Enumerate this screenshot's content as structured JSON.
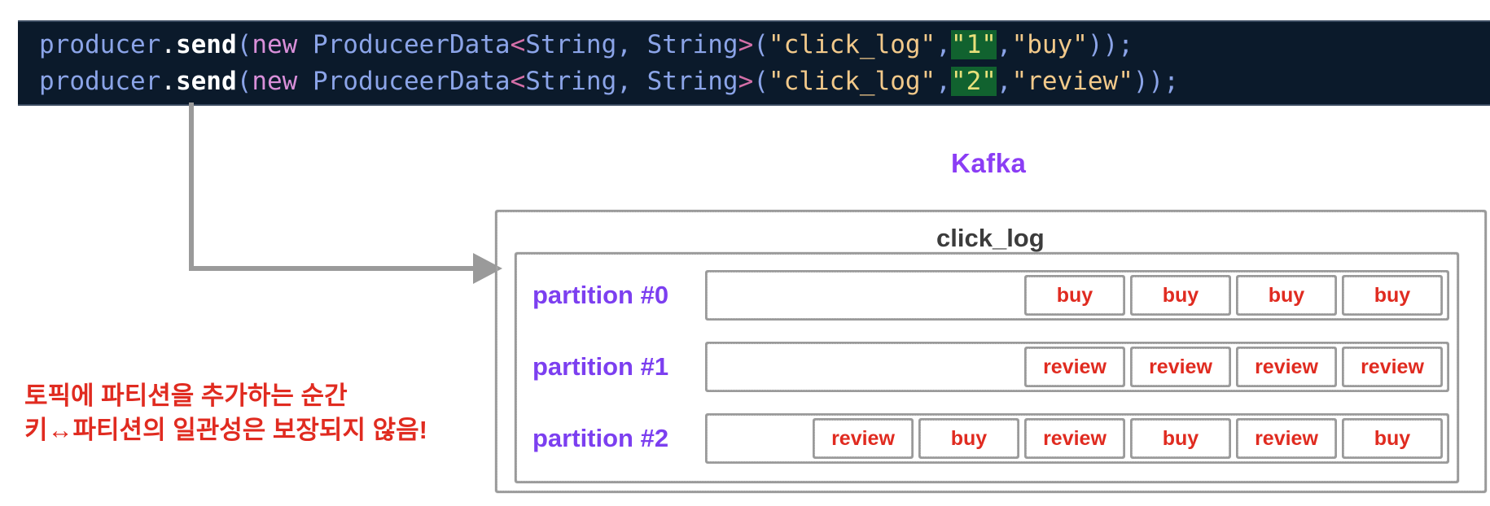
{
  "code": {
    "lines": [
      {
        "tokens": [
          {
            "t": "producer",
            "k": "var"
          },
          {
            "t": ".",
            "k": "dot"
          },
          {
            "t": "send",
            "k": "fn"
          },
          {
            "t": "(",
            "k": "punc"
          },
          {
            "t": "new ",
            "k": "kw"
          },
          {
            "t": "ProduceerData",
            "k": "cls"
          },
          {
            "t": "<",
            "k": "angle"
          },
          {
            "t": "String, String",
            "k": "cls"
          },
          {
            "t": ">",
            "k": "angle"
          },
          {
            "t": "(",
            "k": "punc"
          },
          {
            "t": "\"click_log\"",
            "k": "str"
          },
          {
            "t": ",",
            "k": "punc"
          },
          {
            "t": "\"1\"",
            "k": "hl"
          },
          {
            "t": ",",
            "k": "punc"
          },
          {
            "t": "\"buy\"",
            "k": "str"
          },
          {
            "t": "));",
            "k": "punc"
          }
        ]
      },
      {
        "tokens": [
          {
            "t": "producer",
            "k": "var"
          },
          {
            "t": ".",
            "k": "dot"
          },
          {
            "t": "send",
            "k": "fn"
          },
          {
            "t": "(",
            "k": "punc"
          },
          {
            "t": "new ",
            "k": "kw"
          },
          {
            "t": "ProduceerData",
            "k": "cls"
          },
          {
            "t": "<",
            "k": "angle"
          },
          {
            "t": "String, String",
            "k": "cls"
          },
          {
            "t": ">",
            "k": "angle"
          },
          {
            "t": "(",
            "k": "punc"
          },
          {
            "t": "\"click_log\"",
            "k": "str"
          },
          {
            "t": ",",
            "k": "punc"
          },
          {
            "t": "\"2\"",
            "k": "hl"
          },
          {
            "t": ",",
            "k": "punc"
          },
          {
            "t": "\"review\"",
            "k": "str"
          },
          {
            "t": "));",
            "k": "punc"
          }
        ]
      }
    ]
  },
  "annotation": {
    "line1": "토픽에 파티션을 추가하는 순간",
    "line2": "키↔파티션의 일관성은 보장되지 않음!",
    "color": "#e02b20"
  },
  "diagram": {
    "kafka_label": "Kafka",
    "kafka_label_color": "#8b3df5",
    "topic_label": "click_log",
    "topic_label_color": "#3c3c3c",
    "border_color": "#9a9a9a",
    "partition_label_color": "#7c3ff0",
    "message_color": "#e02b20",
    "partitions": [
      {
        "label": "partition #0",
        "messages": [
          "buy",
          "buy",
          "buy",
          "buy"
        ]
      },
      {
        "label": "partition #1",
        "messages": [
          "review",
          "review",
          "review",
          "review"
        ]
      },
      {
        "label": "partition #2",
        "messages": [
          "review",
          "buy",
          "review",
          "buy",
          "review",
          "buy"
        ]
      }
    ]
  },
  "arrow": {
    "name": "producer-to-kafka-arrow",
    "color": "#9a9a9a"
  }
}
